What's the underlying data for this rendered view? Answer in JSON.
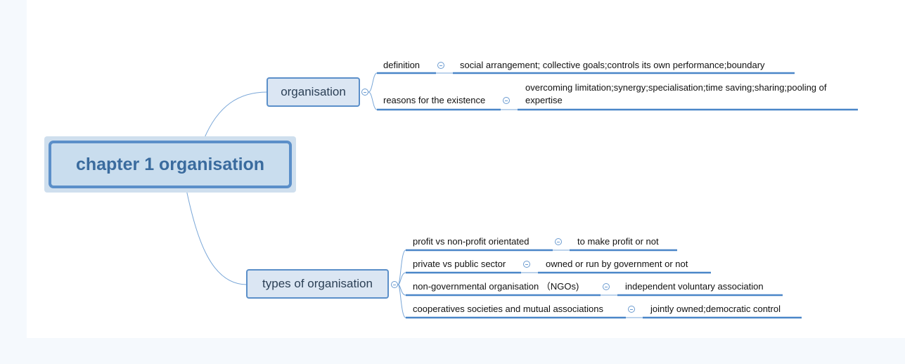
{
  "root": {
    "label": "chapter 1 organisation"
  },
  "topics": {
    "organisation": {
      "label": "organisation",
      "items": [
        {
          "label": "definition",
          "value": "social arrangement; collective goals;controls its own performance;boundary"
        },
        {
          "label": "reasons for the existence",
          "value": "overcoming limitation;synergy;specialisation;time saving;sharing;pooling of expertise"
        }
      ]
    },
    "types": {
      "label": "types of organisation",
      "items": [
        {
          "label": "profit vs non-profit orientated",
          "value": "to make profit or not"
        },
        {
          "label": "private vs public sector",
          "value": "owned or run by government or not"
        },
        {
          "label": "non-governmental organisation （NGOs)",
          "value": "independent voluntary association"
        },
        {
          "label": "cooperatives societies and mutual  associations",
          "value": "jointly owned;democratic control"
        }
      ]
    }
  },
  "colors": {
    "line": "#4a86c8",
    "connector": "#7aa7d8",
    "root_border": "#5b8fc9"
  },
  "icons": {
    "collapse": "collapse-circle-icon"
  }
}
